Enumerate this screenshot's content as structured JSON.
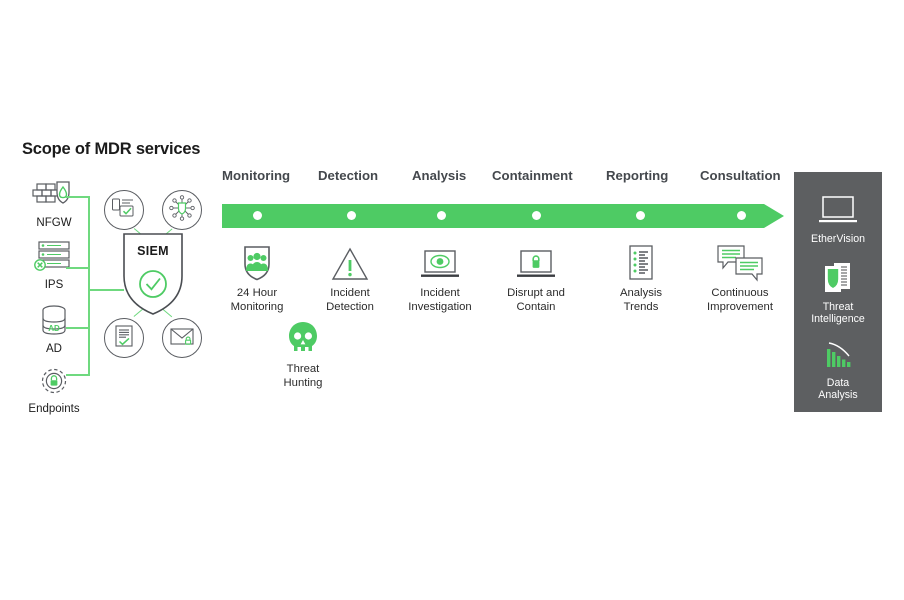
{
  "title": "Scope of MDR services",
  "colors": {
    "green": "#4ecb64",
    "green_line": "#6fd97f",
    "panel_dark": "#5d5f61",
    "stroke": "#5a5d62",
    "heading": "#44484d",
    "text": "#2b2b2b"
  },
  "sources": {
    "items": [
      {
        "label": "NFGW",
        "icon": "firewall-shield-icon"
      },
      {
        "label": "IPS",
        "icon": "server-stack-blocked-icon"
      },
      {
        "label": "AD",
        "icon": "database-ad-icon"
      },
      {
        "label": "Endpoints",
        "icon": "gear-lock-icon"
      }
    ]
  },
  "core": {
    "label": "SIEM",
    "shield_icon": "shield-check-icon",
    "nodes": [
      {
        "icon": "devices-check-icon",
        "position": "top-left"
      },
      {
        "icon": "network-shield-icon",
        "position": "top-right"
      },
      {
        "icon": "report-check-icon",
        "position": "bottom-left"
      },
      {
        "icon": "email-lock-icon",
        "position": "bottom-right"
      }
    ]
  },
  "timeline": {
    "phases": [
      {
        "label": "Monitoring"
      },
      {
        "label": "Detection"
      },
      {
        "label": "Analysis"
      },
      {
        "label": "Containment"
      },
      {
        "label": "Reporting"
      },
      {
        "label": "Consultation"
      }
    ],
    "steps": [
      {
        "line1": "24 Hour",
        "line2": "Monitoring",
        "icon": "shield-people-icon"
      },
      {
        "line1": "Incident",
        "line2": "Detection",
        "icon": "warning-triangle-icon"
      },
      {
        "line1": "Incident",
        "line2": "Investigation",
        "icon": "laptop-eye-icon"
      },
      {
        "line1": "Disrupt and",
        "line2": "Contain",
        "icon": "laptop-lock-icon"
      },
      {
        "line1": "Analysis",
        "line2": "Trends",
        "icon": "checklist-document-icon"
      },
      {
        "line1": "Continuous",
        "line2": "Improvement",
        "icon": "chat-bubbles-icon"
      }
    ],
    "extra_step": {
      "line1": "Threat",
      "line2": "Hunting",
      "icon": "skull-icon"
    }
  },
  "products": {
    "items": [
      {
        "line1": "EtherVision",
        "line2": "",
        "icon": "laptop-icon"
      },
      {
        "line1": "Threat",
        "line2": "Intelligence",
        "icon": "shield-documents-icon"
      },
      {
        "line1": "Data",
        "line2": "Analysis",
        "icon": "bar-chart-trend-icon"
      }
    ]
  }
}
